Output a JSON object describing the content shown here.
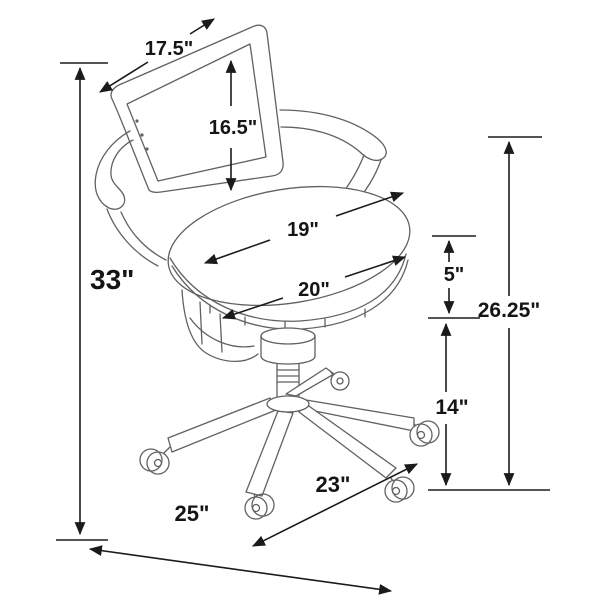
{
  "subject": "Line-art dimension diagram of a swivel office chair with armrests and five-caster base",
  "colors": {
    "dimension_ink": "#1b1b1b",
    "drawing_ink": "#5f6165",
    "background": "#ffffff"
  },
  "dimensions": {
    "back_top_width": {
      "label": "17.5\""
    },
    "back_height": {
      "label": "16.5\""
    },
    "seat_width": {
      "label": "19\""
    },
    "seat_depth": {
      "label": "20\""
    },
    "seat_edge_height": {
      "label": "5\""
    },
    "overall_height": {
      "label": "33\""
    },
    "seat_to_floor_height": {
      "label": "26.25\""
    },
    "base_height": {
      "label": "14\""
    },
    "base_width": {
      "label": "23\""
    },
    "overall_depth": {
      "label": "25\""
    }
  }
}
